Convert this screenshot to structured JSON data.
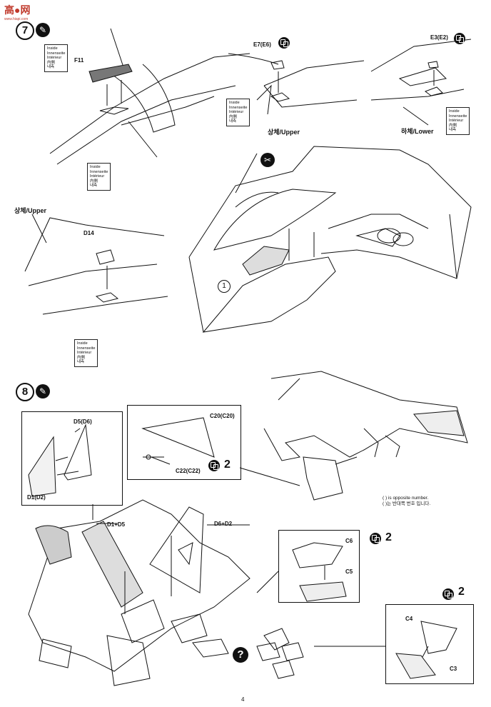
{
  "header": {
    "logo_text": "高●网",
    "logo_url": "www.hiapi.com"
  },
  "step7": {
    "number": "7",
    "parts": {
      "f11": "F11",
      "e7_e6": "E7(E6)",
      "e3_e2": "E3(E2)",
      "d14": "D14",
      "fig1": "1"
    },
    "upper_label": "상체/Upper",
    "upper_label2": "상체/Upper",
    "lower_label": "하체/Lower",
    "inside_note": "Inside\nInnenseite\nIntérieur\n内側\n내측"
  },
  "step8": {
    "number": "8",
    "parts": {
      "d5_d6": "D5(D6)",
      "d1_d2": "D1(D2)",
      "c20": "C20(C20)",
      "c22": "C22(C22)",
      "d1_d5": "D1+D5",
      "d6_d2": "D6+D2",
      "c6": "C6",
      "c5": "C5",
      "c4": "C4",
      "c3": "C3"
    },
    "count_a": "2",
    "count_b": "2",
    "count_c": "2",
    "opposite_note_en": "( ) is opposite number.",
    "opposite_note_kr": "( )는 반대쪽 번호 입니다.",
    "question_mark": "?"
  },
  "footer": {
    "page_number": "4"
  }
}
